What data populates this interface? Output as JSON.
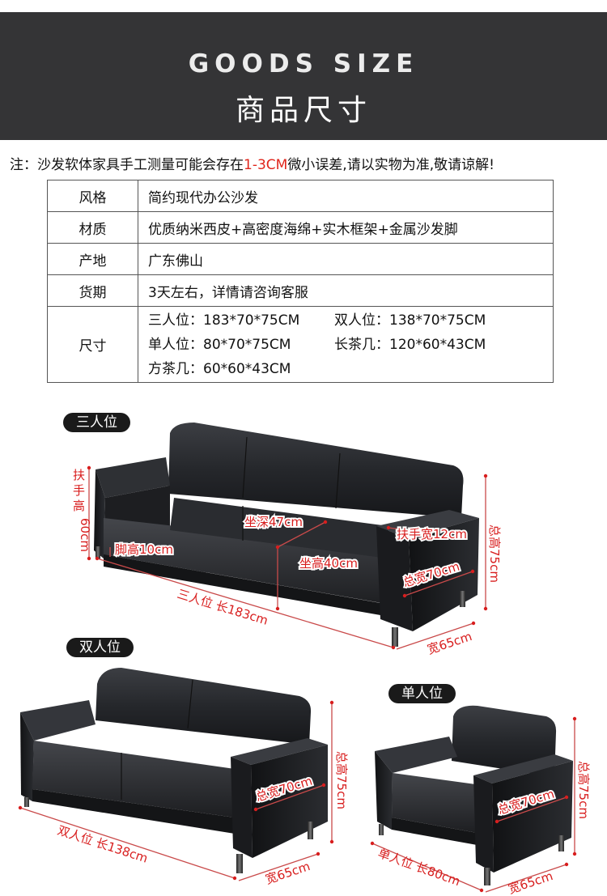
{
  "header": {
    "title_en": "GOODS SIZE",
    "title_zh": "商品尺寸"
  },
  "note": {
    "prefix": "注：沙发软体家具手工测量可能会存在",
    "highlight": "1-3CM",
    "suffix": "微小误差,请以实物为准,敬请谅解!",
    "highlight_color": "#e0251b"
  },
  "spec_table": {
    "rows": [
      {
        "key": "风格",
        "value": "简约现代办公沙发"
      },
      {
        "key": "材质",
        "value": "优质纳米西皮+高密度海绵+实木框架+金属沙发脚"
      },
      {
        "key": "产地",
        "value": "广东佛山"
      },
      {
        "key": "货期",
        "value": "3天左右，详情请咨询客服"
      }
    ],
    "size_key": "尺寸",
    "sizes": [
      "三人位：183*70*75CM",
      "双人位：138*70*75CM",
      "单人位：80*70*75CM",
      "长茶几：120*60*43CM",
      "方茶几：60*60*43CM"
    ]
  },
  "three_seat": {
    "tag": "三人位",
    "armrest_height": [
      "扶",
      "手",
      "高",
      "60cm"
    ],
    "foot_height": "脚高10cm",
    "seat_depth": "坐深47cm",
    "seat_height": "坐高40cm",
    "armrest_width": "扶手宽12cm",
    "total_width": "总宽70cm",
    "total_height": "总高75cm",
    "length": "三人位 长183cm",
    "width": "宽65cm"
  },
  "two_seat": {
    "tag": "双人位",
    "total_width": "总宽70cm",
    "total_height": "总高75cm",
    "length": "双人位 长138cm",
    "width": "宽65cm"
  },
  "one_seat": {
    "tag": "单人位",
    "total_width": "总宽70cm",
    "total_height": "总高75cm",
    "length": "单人位 长80cm",
    "width": "宽65cm"
  },
  "colors": {
    "header_bg": "#343436",
    "dimension_red": "#d81e1e",
    "sofa_leather": "#1c1d20"
  }
}
